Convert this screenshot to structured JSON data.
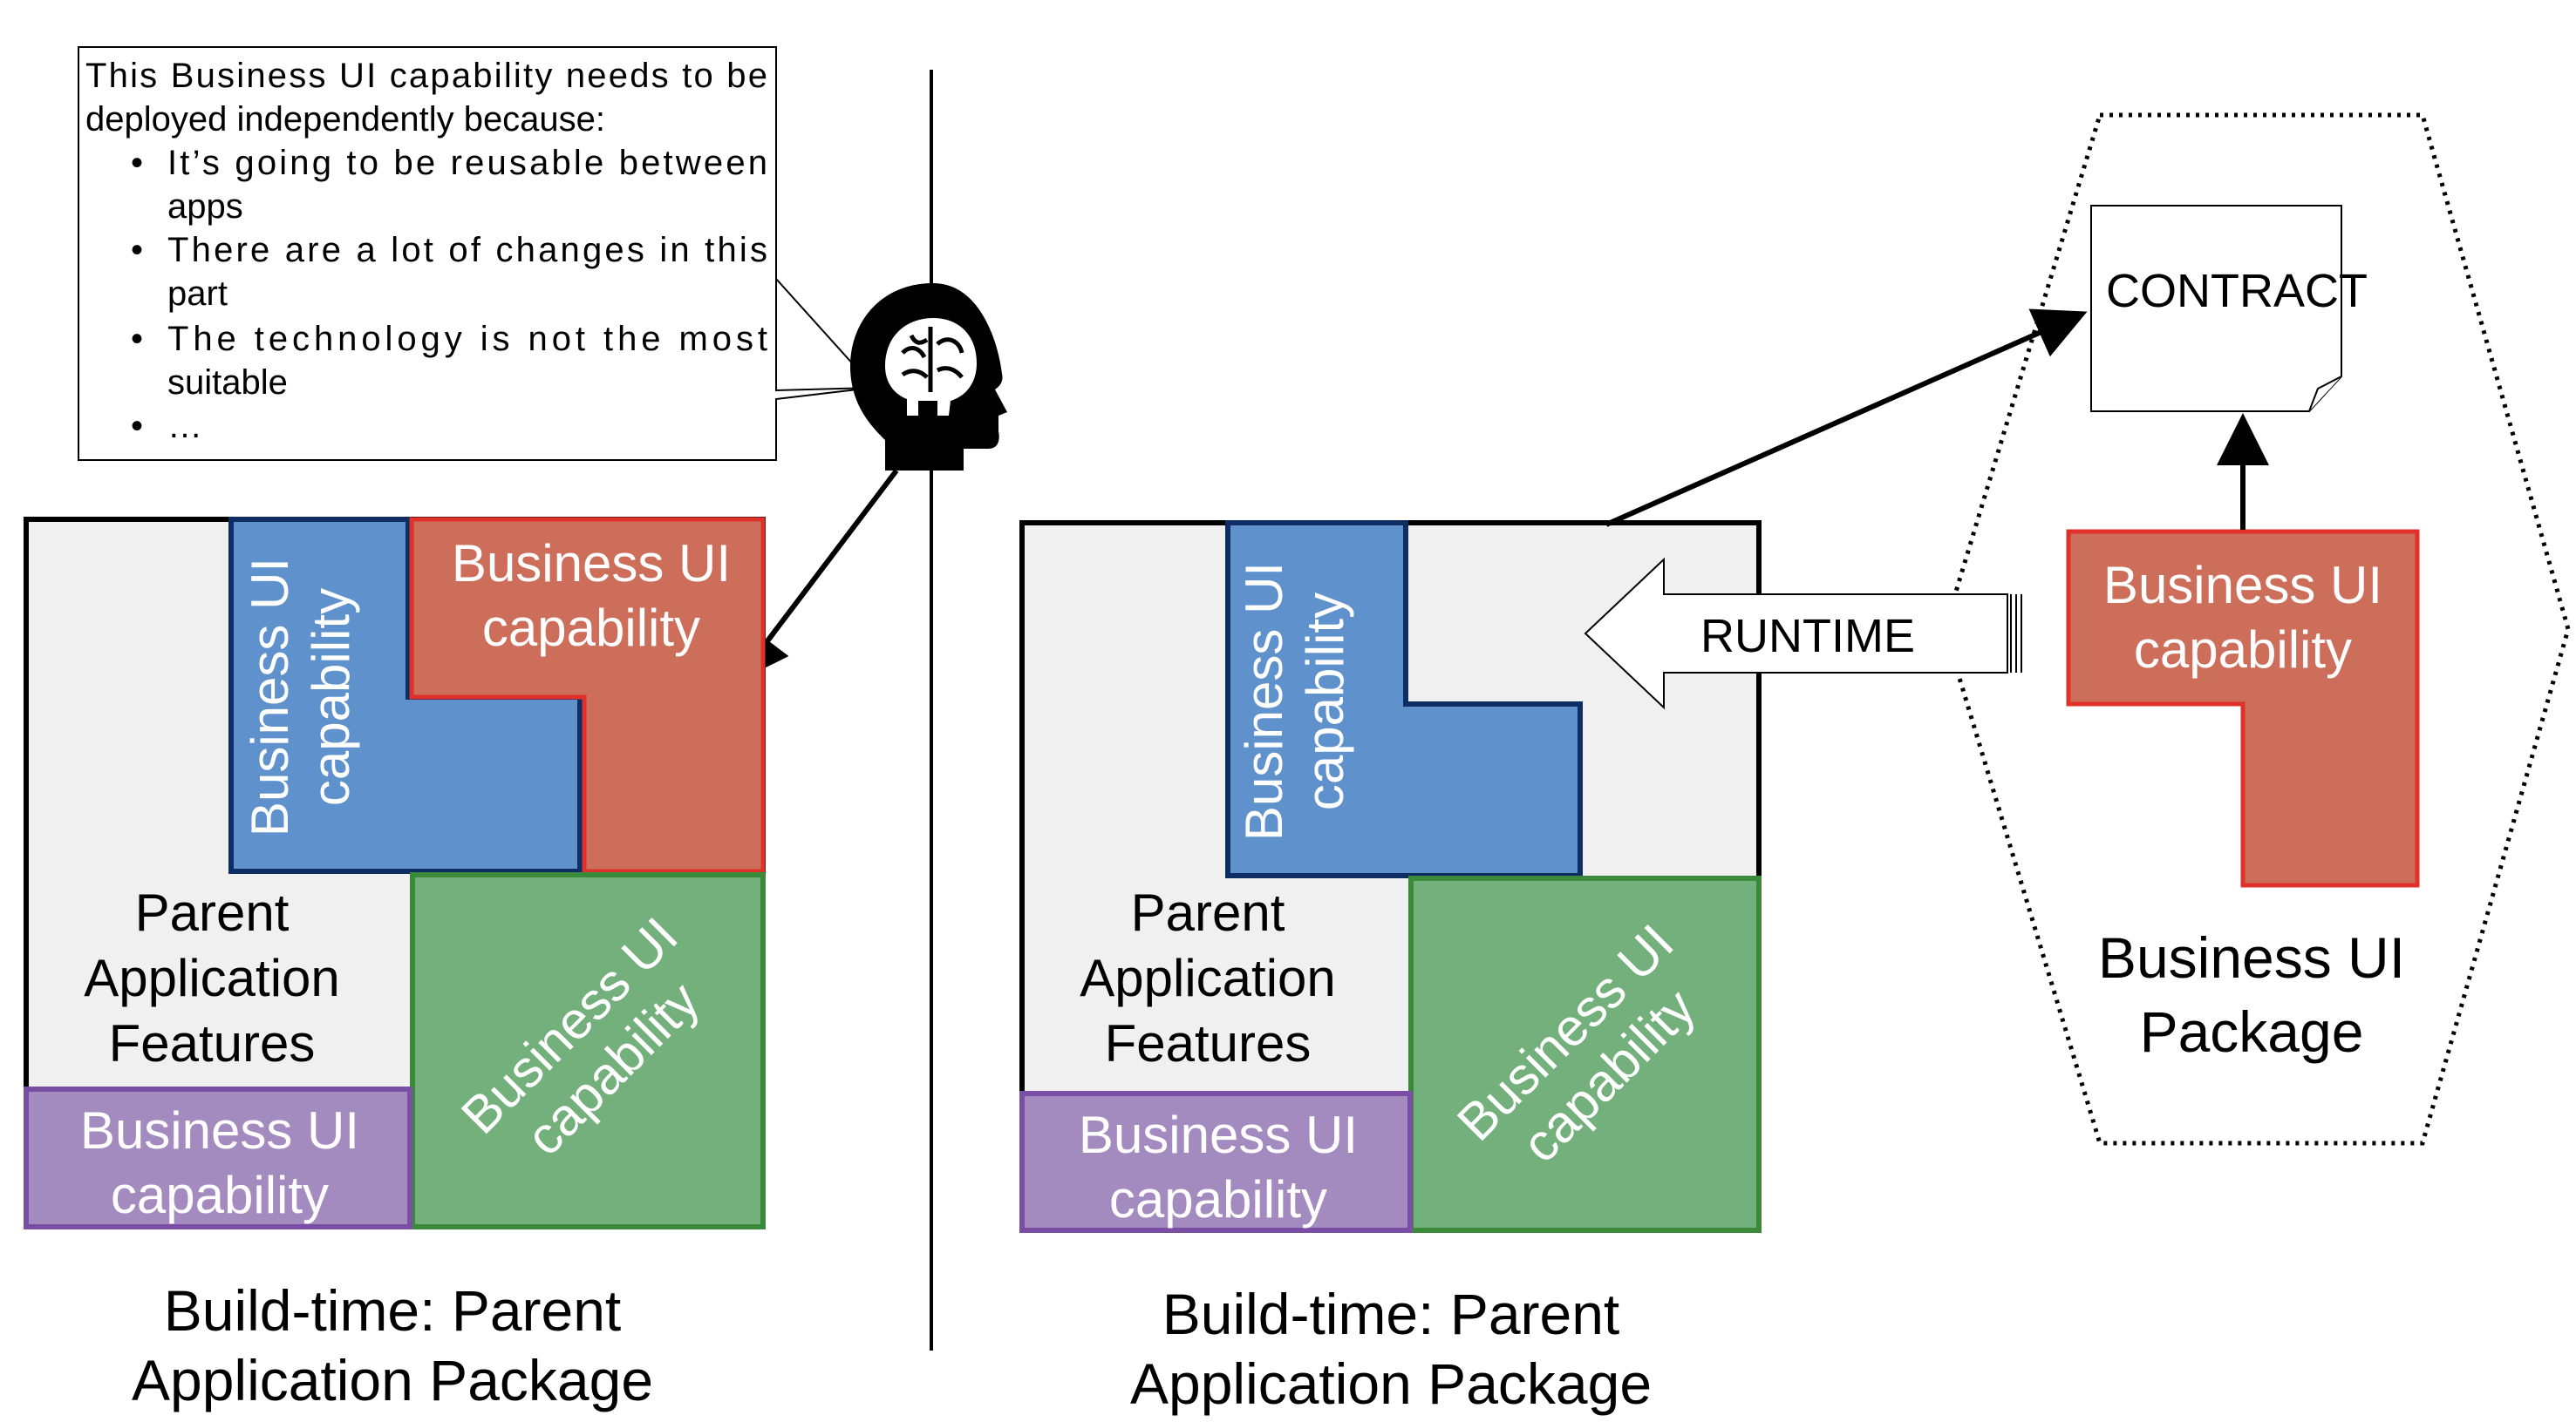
{
  "note": {
    "lines": [
      "This Business UI capability needs to be",
      "deployed independently because:",
      "It’s going to be reusable between",
      "apps",
      "There are a lot of changes in this",
      "part",
      "The technology is not the most",
      "suitable",
      "…"
    ],
    "bullet": "•"
  },
  "left_panel": {
    "parent_line1": "Parent",
    "parent_line2": "Application",
    "parent_line3": "Features",
    "blue_cap_line1": "Business UI",
    "blue_cap_line2": "capability",
    "red_cap_line1": "Business UI",
    "red_cap_line2": "capability",
    "green_cap_line1": "Business UI",
    "green_cap_line2": "capability",
    "purple_cap_line1": "Business UI",
    "purple_cap_line2": "capability",
    "caption_line1": "Build-time: Parent",
    "caption_line2": "Application Package"
  },
  "right_panel": {
    "parent_line1": "Parent",
    "parent_line2": "Application",
    "parent_line3": "Features",
    "blue_cap_line1": "Business UI",
    "blue_cap_line2": "capability",
    "green_cap_line1": "Business UI",
    "green_cap_line2": "capability",
    "purple_cap_line1": "Business UI",
    "purple_cap_line2": "capability",
    "caption_line1": "Build-time: Parent",
    "caption_line2": "Application Package",
    "runtime_label": "RUNTIME"
  },
  "package": {
    "contract_label": "CONTRACT",
    "red_cap_line1": "Business UI",
    "red_cap_line2": "capability",
    "title_line1": "Business UI",
    "title_line2": "Package"
  },
  "icons": {
    "head": "human-head-brain-icon"
  },
  "colors": {
    "blue": "#5f92cc",
    "red": "#cd6e5a",
    "green": "#74b07c",
    "purple": "#a48bbf",
    "panel": "#f0f0f0"
  }
}
